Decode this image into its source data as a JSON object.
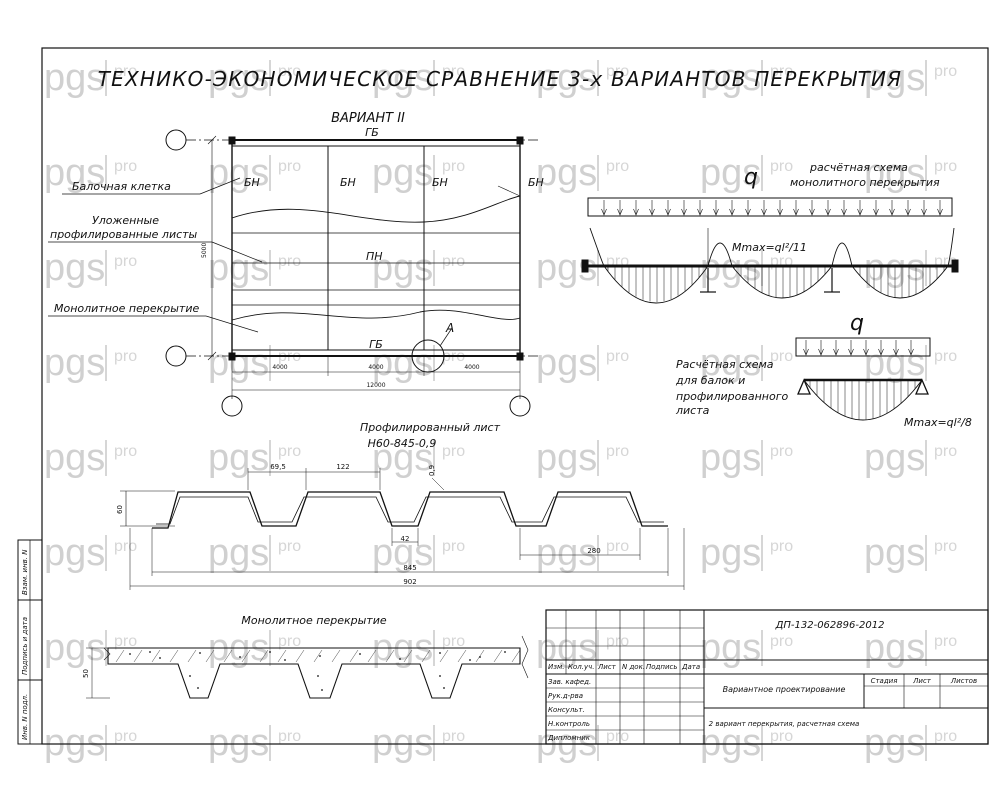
{
  "title": "ТЕХНИКО-ЭКОНОМИЧЕСКОЕ СРАВНЕНИЕ 3-х ВАРИАНТОВ ПЕРЕКРЫТИЯ",
  "watermark": {
    "brand": "pgs",
    "suffix": "pro"
  },
  "plan": {
    "variant": "ВАРИАНТ II",
    "gb_top": "ГБ",
    "gb_bottom": "ГБ",
    "bn": "БН",
    "pn": "ПН",
    "node": "А",
    "height_dim": "5000",
    "span1": "4000",
    "span2": "4000",
    "span3": "4000",
    "total": "12000",
    "leader1": "Балочная клетка",
    "leader2a": "Уложенные",
    "leader2b": "профилированные листы",
    "leader3": "Монолитное перекрытие"
  },
  "scheme1": {
    "q": "q",
    "caption1": "расчётная схема",
    "caption2": "монолитного перекрытия",
    "moment": "Mmax=ql²/11"
  },
  "scheme2": {
    "q": "q",
    "caption1": "Расчётная схема",
    "caption2": "для балок и",
    "caption3": "профилированного",
    "caption4": "листа",
    "moment": "Mmax=ql²/8"
  },
  "sheet_profile": {
    "title1": "Профилированный лист",
    "title2": "Н60-845-0,9",
    "d_top": "69,5",
    "d_rib": "122",
    "d_thk": "0,9",
    "d_h": "60",
    "d_bot": "42",
    "d_pitch": "280",
    "d_845": "845",
    "d_902": "902"
  },
  "slab": {
    "title": "Монолитное перекрытие",
    "dim": "50"
  },
  "side_stamp": {
    "c1": "Взам. инв. N",
    "c2": "Подпись и дата",
    "c3": "Инв. N подл."
  },
  "title_block": {
    "code": "ДП-132-062896-2012",
    "h1": "Изм.",
    "h2": "Кол.уч.",
    "h3": "Лист",
    "h4": "N док.",
    "h5": "Подпись",
    "h6": "Дата",
    "r1": "Зав. кафед.",
    "r2": "Рук.д-рва",
    "r3": "Консульт.",
    "r4": "Н.контроль",
    "r5": "Дипломник",
    "name": "Вариантное проектирование",
    "stage": "Стадия",
    "sheet": "Лист",
    "sheets": "Листов",
    "desc": "2 вариант перекрытия, расчетная схема"
  }
}
